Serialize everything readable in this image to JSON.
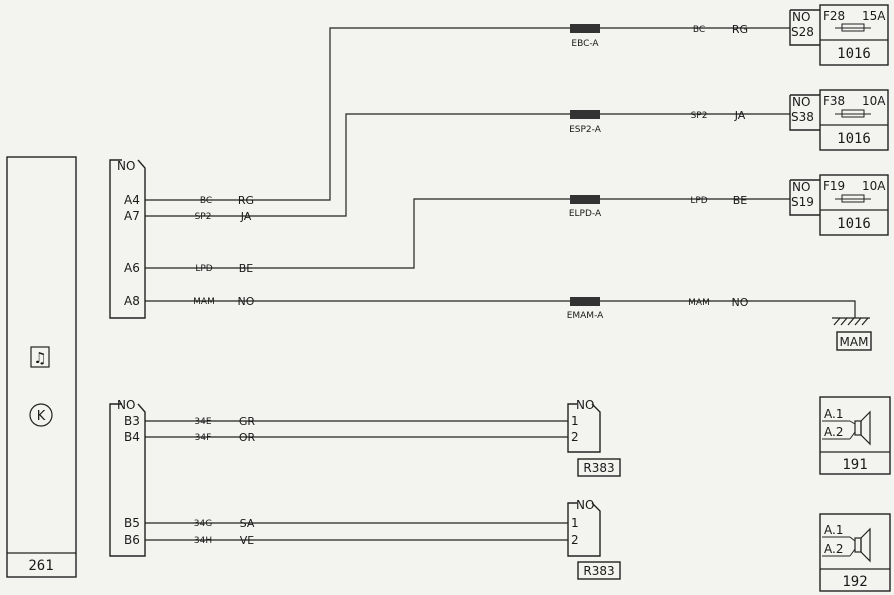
{
  "ecu": {
    "id": "261",
    "note_icon": "music-note-icon",
    "k_icon": "k-circle-icon"
  },
  "connector_a": {
    "header": "NO",
    "pins": [
      {
        "pin": "A4",
        "wire": "BC",
        "color": "RG"
      },
      {
        "pin": "A7",
        "wire": "SP2",
        "color": "JA"
      },
      {
        "pin": "A6",
        "wire": "LPD",
        "color": "BE"
      },
      {
        "pin": "A8",
        "wire": "MAM",
        "color": "NO"
      }
    ]
  },
  "connector_b": {
    "header": "NO",
    "pins": [
      {
        "pin": "B3",
        "wire": "34E",
        "color": "GR"
      },
      {
        "pin": "B4",
        "wire": "34F",
        "color": "OR"
      },
      {
        "pin": "B5",
        "wire": "34G",
        "color": "SA"
      },
      {
        "pin": "B6",
        "wire": "34H",
        "color": "VE"
      }
    ]
  },
  "splices": [
    "EBC-A",
    "ESP2-A",
    "ELPD-A",
    "EMAM-A"
  ],
  "right_wires": [
    {
      "wire": "BC",
      "color": "RG"
    },
    {
      "wire": "SP2",
      "color": "JA"
    },
    {
      "wire": "LPD",
      "color": "BE"
    },
    {
      "wire": "MAM",
      "color": "NO"
    }
  ],
  "fuses": [
    {
      "header": "NO",
      "fuse": "F28",
      "rating": "15A",
      "slot": "S28",
      "box": "1016"
    },
    {
      "header": "NO",
      "fuse": "F38",
      "rating": "10A",
      "slot": "S38",
      "box": "1016"
    },
    {
      "header": "NO",
      "fuse": "F19",
      "rating": "10A",
      "slot": "S19",
      "box": "1016"
    }
  ],
  "ground": {
    "label": "MAM"
  },
  "r383_connectors": [
    {
      "header": "NO",
      "pins": [
        "1",
        "2"
      ],
      "id": "R383"
    },
    {
      "header": "NO",
      "pins": [
        "1",
        "2"
      ],
      "id": "R383"
    }
  ],
  "speakers": [
    {
      "pins": [
        "A.1",
        "A.2"
      ],
      "id": "191"
    },
    {
      "pins": [
        "A.1",
        "A.2"
      ],
      "id": "192"
    }
  ]
}
